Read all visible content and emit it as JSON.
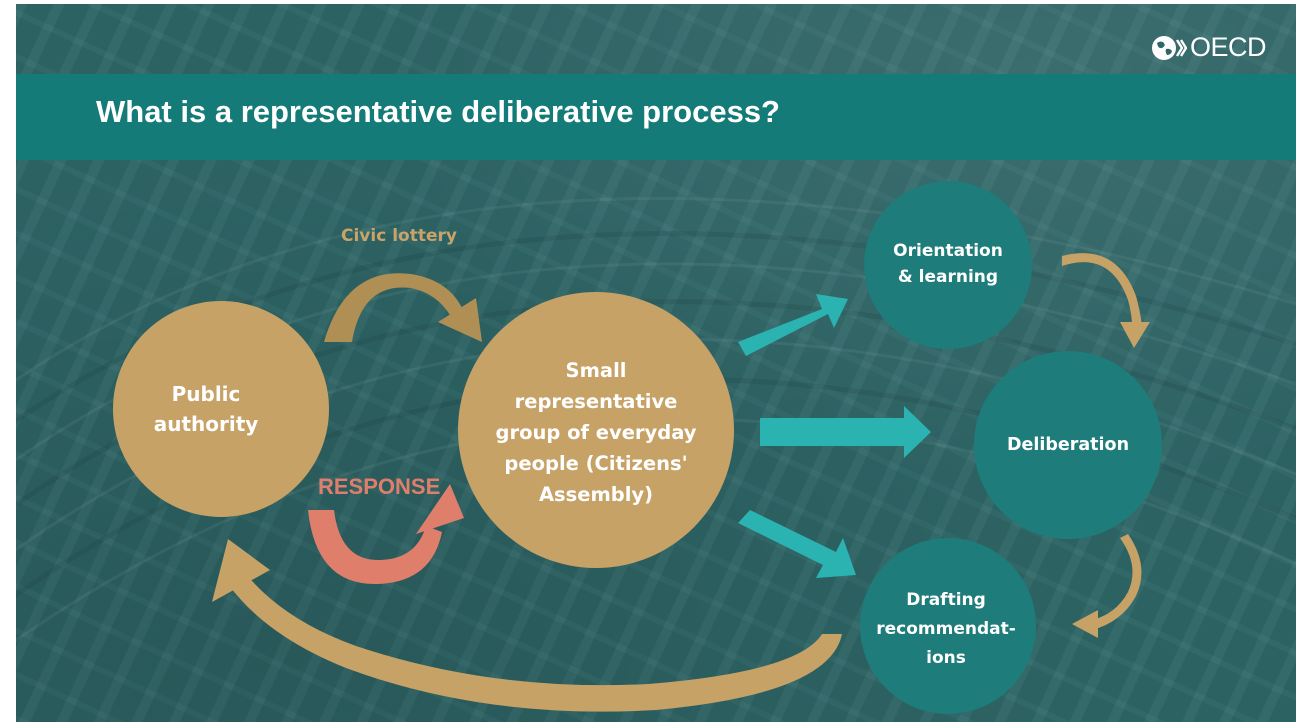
{
  "title": "What is a representative deliberative process?",
  "logo": {
    "text": "OECD",
    "icon": "oecd-globe-icon"
  },
  "nodes": {
    "public_authority": "Public authority",
    "citizens_group": "Small representative group of everyday people (Citizens' Assembly)",
    "orientation": "Orientation & learning",
    "deliberation": "Deliberation",
    "drafting": "Drafting recommendat-ions"
  },
  "labels": {
    "civic_lottery": "Civic lottery",
    "response": "RESPONSE"
  },
  "colors": {
    "background": "#2f6768",
    "title_band": "#147b78",
    "gold": "#c7a267",
    "teal_circle": "#1e7c7b",
    "cyan_arrow": "#2bb3b2",
    "response_salmon": "#e07e6c",
    "civic_label": "#c9a46a"
  }
}
